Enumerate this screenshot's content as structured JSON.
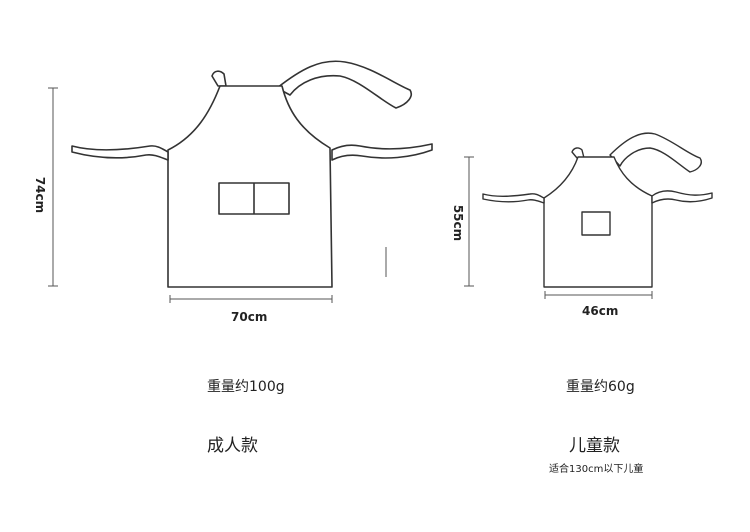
{
  "adult": {
    "height": "74cm",
    "width": "70cm",
    "weight": "重量约100g",
    "name": "成人款"
  },
  "child": {
    "height": "55cm",
    "width": "46cm",
    "weight": "重量约60g",
    "name": "儿童款",
    "note": "适合130cm以下儿童"
  },
  "colors": {
    "stroke": "#333333",
    "strap_fill": "#ffffff"
  }
}
